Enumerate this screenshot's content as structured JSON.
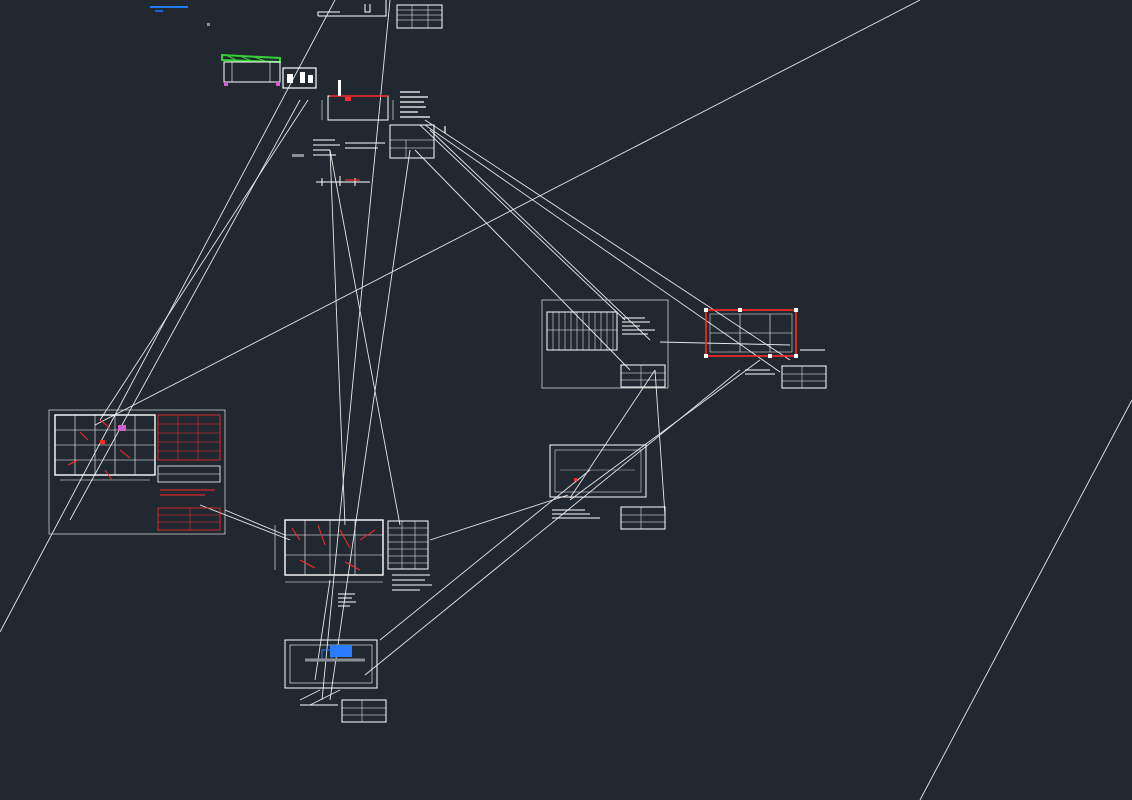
{
  "canvas": {
    "background": "#212830",
    "colors": {
      "line": "#ffffff",
      "red_layer": "#ff2a2a",
      "green_layer": "#35d035",
      "blue_layer": "#1e7bff",
      "magenta_layer": "#d060d0",
      "grey_block": "#8a8f96"
    }
  },
  "sheets": [
    {
      "id": "top-section-sheet",
      "kind": "section"
    },
    {
      "id": "roof-elevation-sheet",
      "kind": "elevation"
    },
    {
      "id": "detail-sheet",
      "kind": "section-detail"
    },
    {
      "id": "floor-plan-sheet-left",
      "kind": "floor-plan"
    },
    {
      "id": "floor-plan-sheet-center",
      "kind": "floor-plan"
    },
    {
      "id": "equipment-plan-sheet",
      "kind": "equipment-plan"
    },
    {
      "id": "roof-framing-sheet",
      "kind": "framing-plan"
    },
    {
      "id": "foundation-sheet",
      "kind": "foundation-plan"
    },
    {
      "id": "slab-sheet",
      "kind": "slab-plan"
    }
  ]
}
